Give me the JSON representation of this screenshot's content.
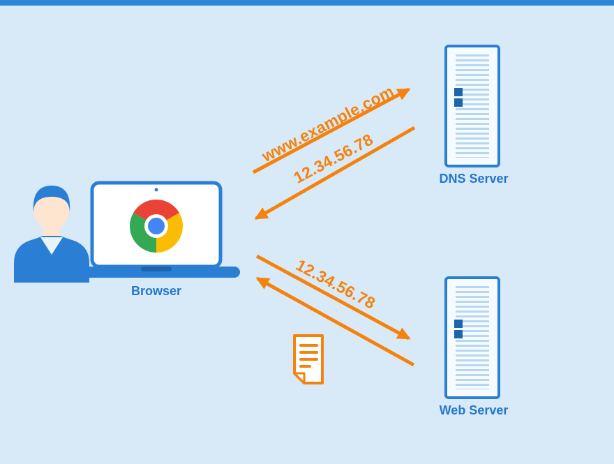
{
  "colors": {
    "bg": "#d8eaf8",
    "top-bar": "#2e86d5",
    "blue": "#2a7fd4",
    "blue-dark": "#1d64ae",
    "blue-text": "#2377cc",
    "orange": "#f5820d",
    "face": "#fde5cf",
    "server-line": "#b6d7f1",
    "server-fill": "#f6fbff",
    "chrome-red": "#ea4335",
    "chrome-yellow": "#fbbc05",
    "chrome-green": "#34a853",
    "chrome-blue": "#4286f5"
  },
  "nodes": {
    "browser": {
      "label": "Browser"
    },
    "dns_server": {
      "label": "DNS Server"
    },
    "web_server": {
      "label": "Web Server"
    }
  },
  "messages": {
    "dns_query": {
      "label": "www.example.com",
      "from": "browser",
      "to": "dns_server"
    },
    "dns_response": {
      "label": "12.34.56.78",
      "from": "dns_server",
      "to": "browser"
    },
    "http_request": {
      "label": "12.34.56.78",
      "from": "browser",
      "to": "web_server"
    },
    "http_response": {
      "from": "web_server",
      "to": "browser",
      "icon": "document-icon"
    }
  },
  "icons": {
    "user": "user-icon",
    "browser_logo": "chrome-icon",
    "dns_server": "server-icon",
    "web_server": "server-icon",
    "response_document": "document-icon"
  }
}
